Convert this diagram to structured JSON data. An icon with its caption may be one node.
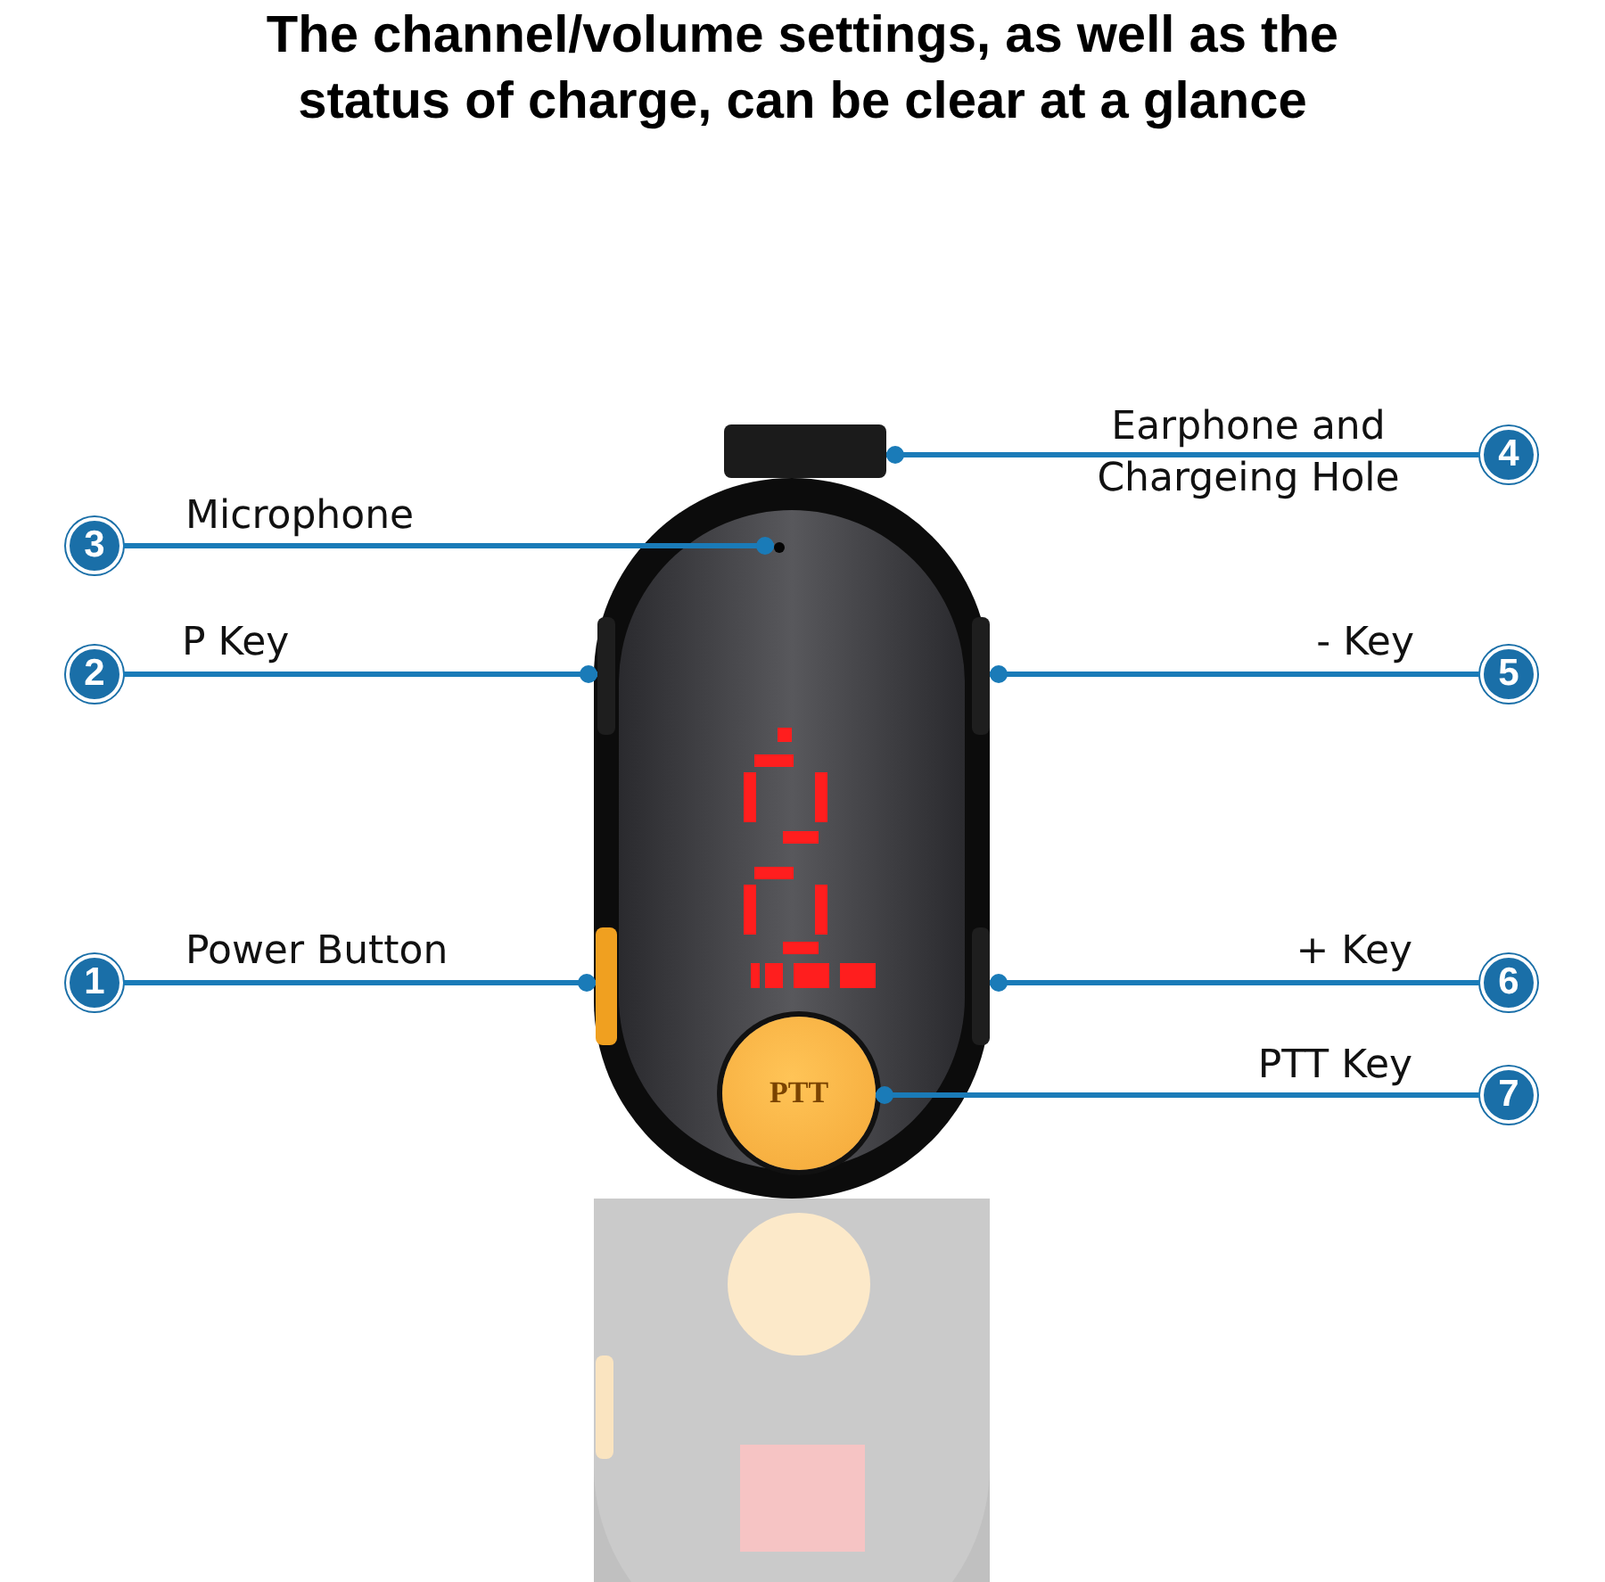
{
  "diagram": {
    "title": "The channel/volume settings, as well as the status of charge, can be clear at a glance",
    "nodes": [
      {
        "text": [],
        "shape": "picture"
      },
      {
        "text": [],
        "shape": "box"
      },
      {
        "text": [],
        "shape": "circle",
        "in": 0
      },
      {
        "text": [],
        "shape": "box",
        "in": 0
      },
      {
        "text": [],
        "shape": "box",
        "in": 0
      },
      {
        "text": [],
        "shape": "box",
        "in": 0
      },
      {
        "text": [],
        "shape": "box",
        "in": 0
      },
      {
        "text": [
          "PTT"
        ],
        "in": 0
      },
      {
        "text": [
          "4"
        ],
        "beside": [
          "Earphone and Chargeing Hole"
        ]
      },
      {
        "text": [
          "3"
        ],
        "beside": [
          "Microphone"
        ]
      },
      {
        "text": [
          "2"
        ],
        "beside": [
          "P Key"
        ]
      },
      {
        "text": [
          "5"
        ],
        "beside": [
          "- Key"
        ]
      },
      {
        "text": [
          "1"
        ],
        "beside": [
          "Power Button"
        ]
      },
      {
        "text": [
          "6"
        ],
        "beside": [
          "+ Key"
        ]
      },
      {
        "text": [
          "7"
        ],
        "beside": [
          "PTT Key"
        ]
      }
    ],
    "edges": [
      {
        "from": 8,
        "to": 1,
        "arrow": "other"
      },
      {
        "from": 9,
        "to": 2,
        "arrow": "other"
      },
      {
        "from": 10,
        "to": 3,
        "arrow": "other"
      },
      {
        "from": 11,
        "to": 4,
        "arrow": "other"
      },
      {
        "from": 12,
        "to": 5,
        "arrow": "other"
      },
      {
        "from": 13,
        "to": 6,
        "arrow": "other"
      },
      {
        "from": 14,
        "to": 7,
        "arrow": "other"
      }
    ]
  }
}
